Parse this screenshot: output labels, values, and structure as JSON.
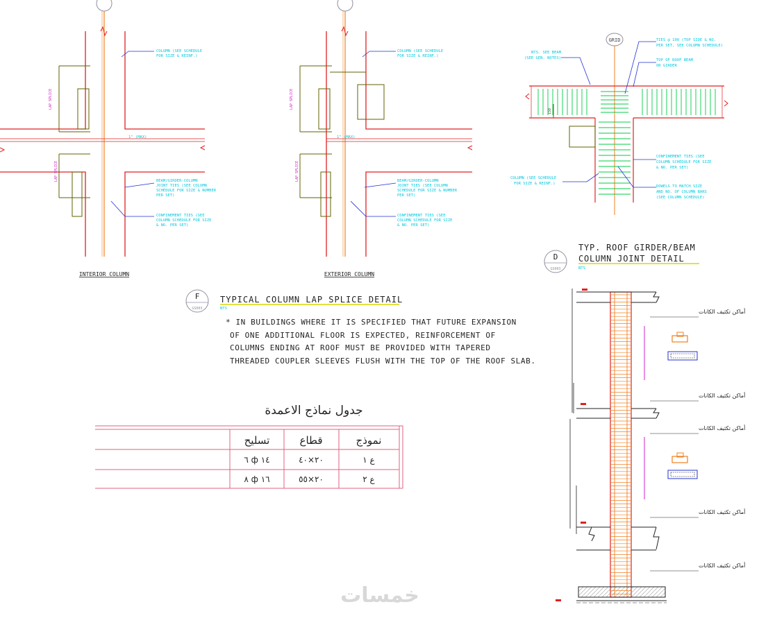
{
  "interior": {
    "caption": "INTERIOR COLUMN",
    "note_column": [
      "COLUMN (SEE SCHEDULE",
      "FOR SIZE & REINF.)"
    ],
    "note_joint": [
      "BEAM/GIRDER-COLUMN",
      "JOINT TIES (SEE COLUMN",
      "SCHEDULE FOR SIZE & NUMBER",
      "PER SET)"
    ],
    "note_ties": [
      "CONFINEMENT TIES (SEE",
      "COLUMN SCHEDULE FOR SIZE",
      "& NO. PER SET)"
    ],
    "dim_small": "1\" (MAX)"
  },
  "exterior": {
    "caption": "EXTERIOR COLUMN",
    "note_column": [
      "COLUMN (SEE SCHEDULE",
      "FOR SIZE & REINF.)"
    ],
    "note_joint": [
      "BEAM/GIRDER-COLUMN",
      "JOINT TIES (SEE COLUMN",
      "SCHEDULE FOR SIZE & NUMBER",
      "PER SET)"
    ],
    "note_ties": [
      "CONFINEMENT TIES (SEE",
      "COLUMN SCHEDULE FOR SIZE",
      "& NO. PER SET)"
    ],
    "dim_small": "1\" (MAX)"
  },
  "detail_f": {
    "mark": "F",
    "sheet": "GS003",
    "title": "TYPICAL COLUMN LAP SPLICE DETAIL",
    "scale": "NTS",
    "notes": [
      "* IN BUILDINGS WHERE IT IS SPECIFIED THAT FUTURE EXPANSION",
      "OF ONE ADDITIONAL FLOOR IS EXPECTED, REINFORCEMENT OF",
      "COLUMNS ENDING AT ROOF MUST BE PROVIDED WITH TAPERED",
      "THREADED COUPLER SLEEVES FLUSH WITH THE TOP OF THE ROOF SLAB."
    ]
  },
  "roof": {
    "grid_label": "GRID",
    "note_top_right": [
      "TIES @ 100 (TOP SIDE & NO.",
      "PER SET, SEE COLUMN SCHEDULE)"
    ],
    "note_top_left": [
      "NTS. SEE BEAM",
      "(SEE GEN. NOTES)"
    ],
    "note_beam": [
      "TOP OF ROOF BEAM",
      "OR GIRDER"
    ],
    "note_conf": [
      "CONFINEMENT TIES (SEE",
      "COLUMN SCHEDULE FOR SIZE",
      "& NO. PER SET)"
    ],
    "note_col": [
      "COLUMN (SEE SCHEDULE",
      "FOR SIZE & REINF.)"
    ],
    "note_dowel": [
      "DOWELS TO MATCH SIZE",
      "AND NO. OF COLUMN BARS",
      "(SEE COLUMN SCHEDULE)"
    ],
    "dim": "150"
  },
  "detail_d": {
    "mark": "D",
    "sheet": "GS003",
    "title_line1": "TYP. ROOF GIRDER/BEAM",
    "title_line2": "COLUMN JOINT DETAIL",
    "scale": "NTS"
  },
  "schedule": {
    "title": "جدول نماذج الاعمدة",
    "headers": [
      "نموذج",
      "قطاع",
      "تسليح"
    ],
    "rows": [
      [
        "ع ١",
        "٢٠×٤٠",
        "١٤ ф ٦"
      ],
      [
        "ع ٢",
        "٢٠×٥٥",
        "١٦ ф ٨"
      ]
    ]
  },
  "elevation": {
    "stirrup_label": "أماكن تكثيف الكانات",
    "stirrup_count": 5
  },
  "watermark": "خمسات",
  "colors": {
    "red": "#e02020",
    "cyan": "#00c8e0",
    "green": "#00cc44",
    "magenta": "#d020c8",
    "orange": "#f08020",
    "olive": "#606000",
    "gray": "#9090a0",
    "yellow": "#d8d800",
    "blue": "#2030d0",
    "pink": "#e06080"
  }
}
